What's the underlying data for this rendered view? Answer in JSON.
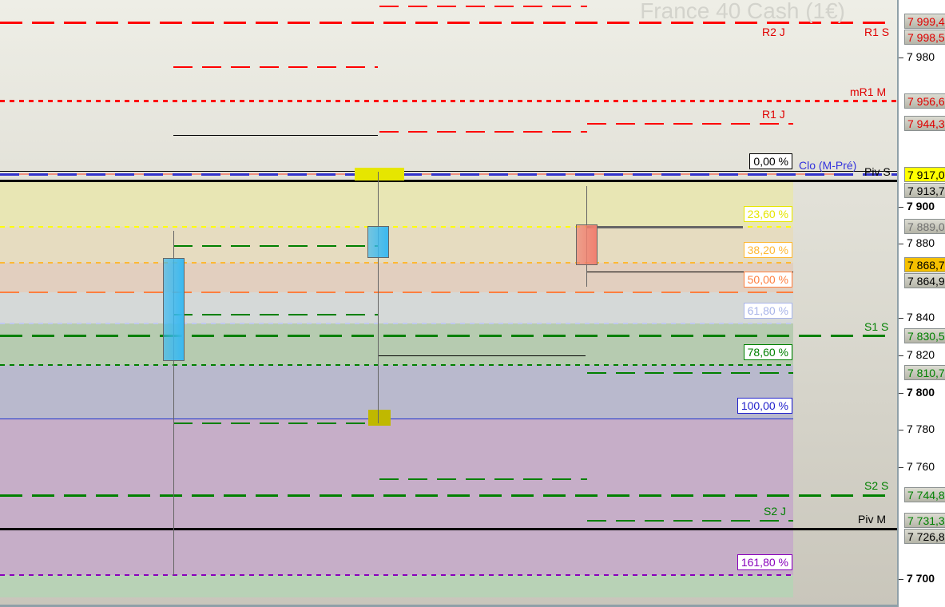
{
  "title": "France 40 Cash (1€)",
  "price_scale": {
    "ticks": [
      {
        "v": 7980,
        "t": "7 980"
      },
      {
        "v": 7900,
        "t": "7 900",
        "b": true
      },
      {
        "v": 7880,
        "t": "7 880"
      },
      {
        "v": 7840,
        "t": "7 840"
      },
      {
        "v": 7820,
        "t": "7 820"
      },
      {
        "v": 7800,
        "t": "7 800",
        "b": true
      },
      {
        "v": 7780,
        "t": "7 780"
      },
      {
        "v": 7760,
        "t": "7 760"
      },
      {
        "v": 7700,
        "t": "7 700",
        "b": true
      }
    ]
  },
  "price_boxes": [
    {
      "v": 7999.4,
      "t": "7 999,4",
      "color": "#e00000"
    },
    {
      "v": 7998.5,
      "t": "7 998,5",
      "color": "#e00000"
    },
    {
      "v": 7956.6,
      "t": "7 956,6",
      "color": "#e00000"
    },
    {
      "v": 7944.3,
      "t": "7 944,3",
      "color": "#e00000"
    },
    {
      "v": 7917.0,
      "t": "7 917,0",
      "color": "#000000",
      "bg": "#ffff00"
    },
    {
      "v": 7913.7,
      "t": "7 913,7",
      "color": "#000000"
    },
    {
      "v": 7889.0,
      "t": "7 889,0",
      "color": "#707070"
    },
    {
      "v": 7868.7,
      "t": "7 868,7",
      "color": "#000000",
      "bg": "#f5c000"
    },
    {
      "v": 7864.9,
      "t": "7 864,9",
      "color": "#000000"
    },
    {
      "v": 7830.5,
      "t": "7 830,5",
      "color": "#008000"
    },
    {
      "v": 7810.7,
      "t": "7 810,7",
      "color": "#008000"
    },
    {
      "v": 7744.8,
      "t": "7 744,8",
      "color": "#008000"
    },
    {
      "v": 7731.3,
      "t": "7 731,3",
      "color": "#008000"
    },
    {
      "v": 7726.8,
      "t": "7 726,8",
      "color": "#000000"
    }
  ],
  "level_labels": [
    {
      "t": "R2 J",
      "v": 7998.5,
      "color": "#e00000"
    },
    {
      "t": "R1 S",
      "v": 7998.5,
      "color": "#e00000"
    },
    {
      "t": "mR1 M",
      "v": 7956.6,
      "color": "#e00000"
    },
    {
      "t": "R1 J",
      "v": 7944.3,
      "color": "#e00000"
    },
    {
      "t": "Clo (M-Pré)",
      "v": 7917.0,
      "color": "#3333dd"
    },
    {
      "t": "Piv S",
      "v": 7913.7,
      "color": "#000000"
    },
    {
      "t": "S1 S",
      "v": 7830.5,
      "color": "#008000"
    },
    {
      "t": "S2 S",
      "v": 7744.8,
      "color": "#008000"
    },
    {
      "t": "S2 J",
      "v": 7731.3,
      "color": "#008000"
    },
    {
      "t": "Piv M",
      "v": 7726.8,
      "color": "#000000"
    }
  ],
  "fibonacci": [
    {
      "t": "0,00 %",
      "v": 7917.5,
      "color": "#000000",
      "bg": "#f0efe4"
    },
    {
      "t": "23,60 %",
      "v": 7889.0,
      "color": "#e6e600",
      "bg": "#e8e6b4"
    },
    {
      "t": "38,20 %",
      "v": 7869.6,
      "color": "#ffb833",
      "bg": "#e6dcc0"
    },
    {
      "t": "50,00 %",
      "v": 7853.8,
      "color": "#ff7f3f",
      "bg": "#e2cfbf"
    },
    {
      "t": "61,80 %",
      "v": 7837.3,
      "color": "#a8b4e8",
      "bg": "#d5d9d8"
    },
    {
      "t": "78,60 %",
      "v": 7815.0,
      "color": "#008000",
      "bg": "#b6cbb0"
    },
    {
      "t": "100,00 %",
      "v": 7786.0,
      "color": "#2222cc",
      "bg": "#b9b9cd"
    },
    {
      "t": "161,80 %",
      "v": 7702.0,
      "color": "#8800bb",
      "bg": "#c6aec8"
    }
  ],
  "candles": [
    {
      "o": 7817,
      "h": 7887,
      "l": 7702,
      "c": 7872.4,
      "color": "#3bb9f0"
    },
    {
      "o": 7872.4,
      "h": 7918.7,
      "l": 7783.6,
      "c": 7889.5,
      "color": "#3bb9f0"
    },
    {
      "o": 7890.4,
      "h": 7911,
      "l": 7857,
      "c": 7868.5,
      "color": "#f08070"
    }
  ]
}
